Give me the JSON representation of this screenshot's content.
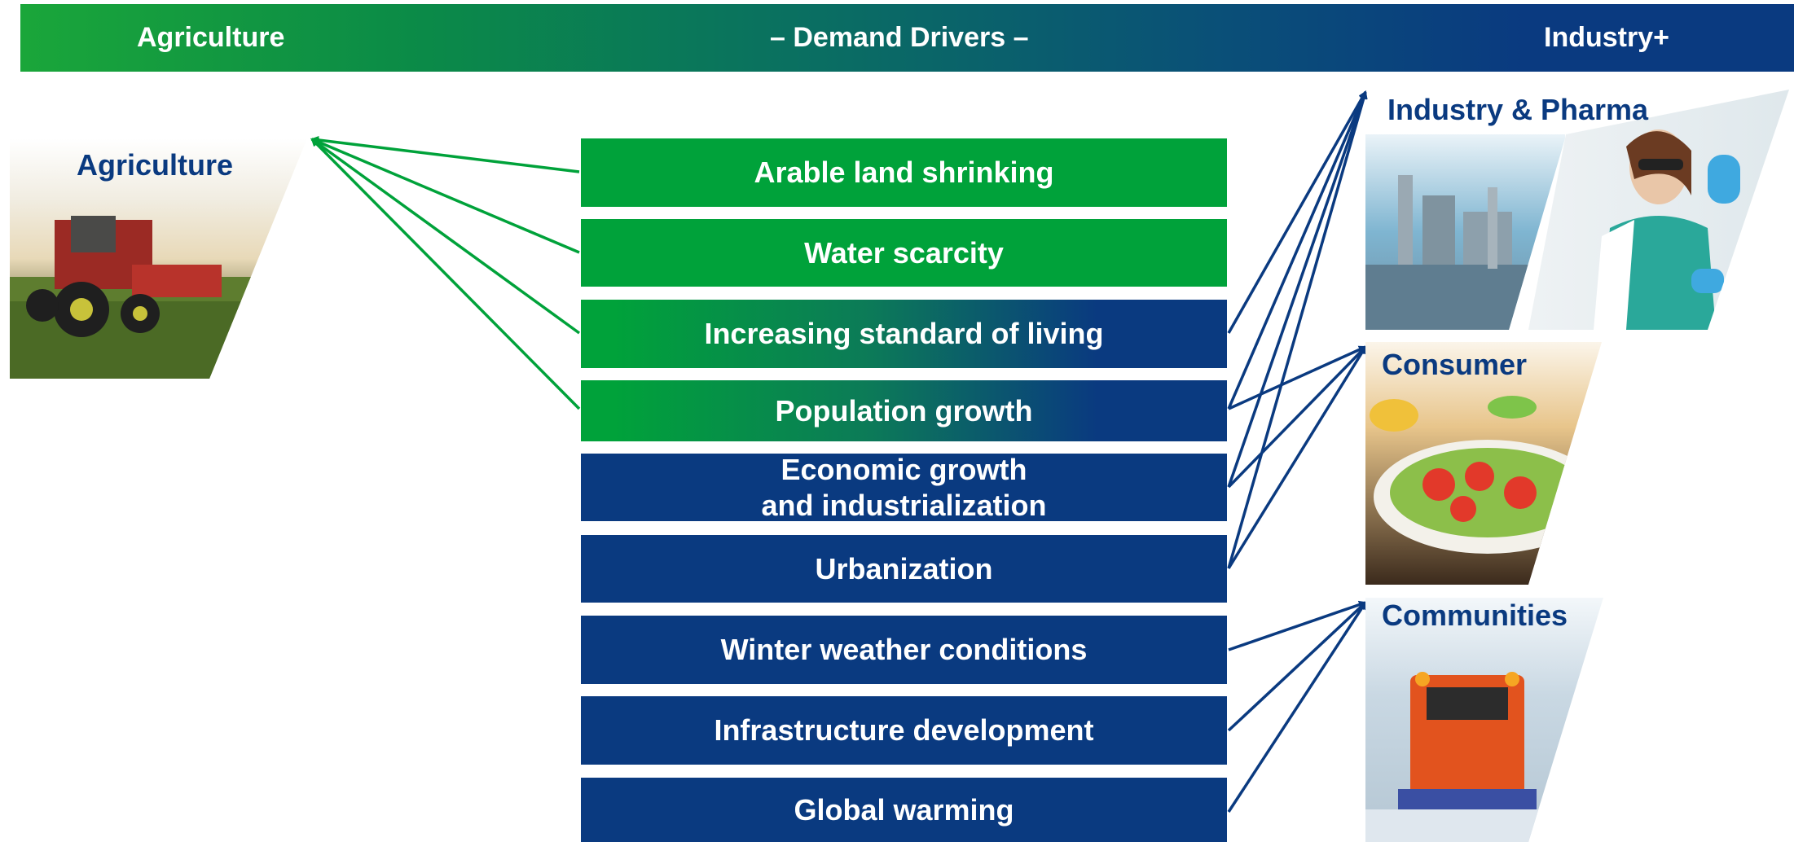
{
  "header": {
    "left_label": "Agriculture",
    "center_label": "– Demand Drivers –",
    "right_label": "Industry+"
  },
  "segments": {
    "agriculture": "Agriculture",
    "industry_pharma": "Industry & Pharma",
    "consumer": "Consumer",
    "communities": "Communities"
  },
  "drivers": [
    {
      "label": "Arable land shrinking",
      "segment": "agriculture"
    },
    {
      "label": "Water scarcity",
      "segment": "agriculture"
    },
    {
      "label": "Increasing standard of living",
      "segment": "both"
    },
    {
      "label": "Population growth",
      "segment": "both"
    },
    {
      "label": "Economic growth",
      "label2": "and industrialization",
      "segment": "industry"
    },
    {
      "label": "Urbanization",
      "segment": "industry"
    },
    {
      "label": "Winter weather conditions",
      "segment": "industry"
    },
    {
      "label": "Infrastructure development",
      "segment": "industry"
    },
    {
      "label": "Global warming",
      "segment": "industry"
    }
  ],
  "colors": {
    "green": "#00a23a",
    "navy": "#0a3a80"
  },
  "images": [
    "tractor-photo",
    "industrial-plant-photo",
    "lab-scientist-photo",
    "salad-photo",
    "snow-plow-photo"
  ]
}
